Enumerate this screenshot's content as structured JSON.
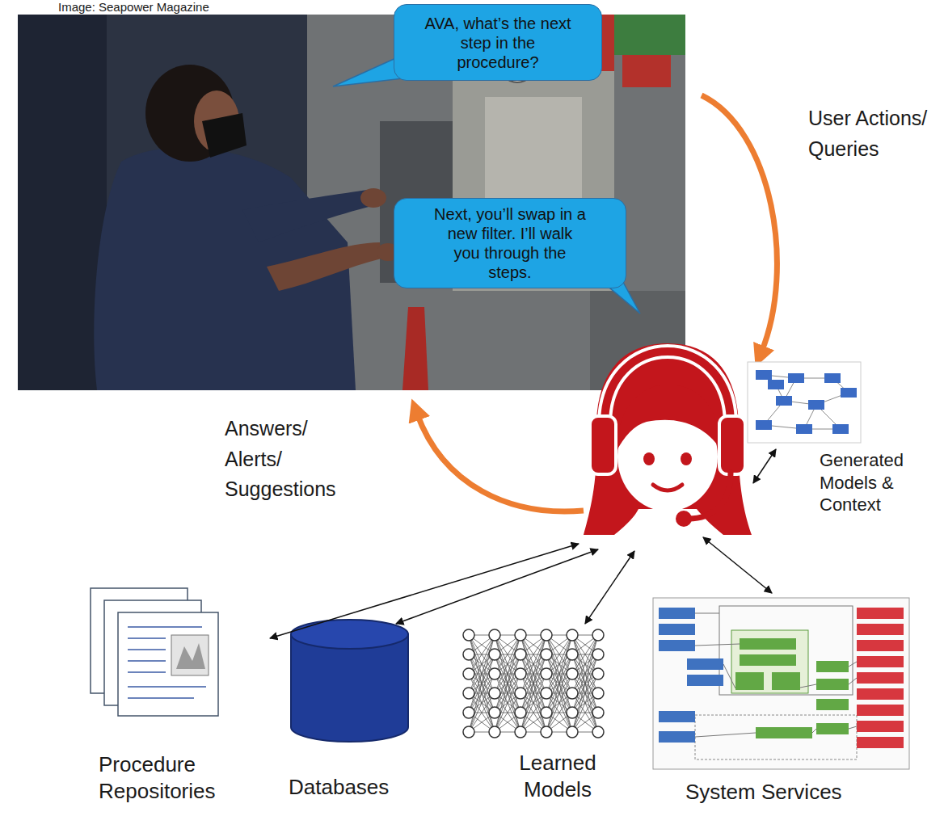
{
  "diagram": {
    "nodes": [
      {
        "text": [
          "AVA, what’s the next step in the procedure?"
        ]
      },
      {
        "text": [
          "Next, you’ll swap in a new filter. I’ll walk you through the steps."
        ]
      },
      {
        "text": [
          "Generated Models & Context"
        ]
      },
      {
        "text": [
          "Procedure Repositories"
        ]
      },
      {
        "text": [
          "Databases"
        ]
      },
      {
        "text": [
          "Learned Models"
        ]
      },
      {
        "text": [
          "System Services"
        ]
      }
    ],
    "labels": [
      "Image: Seapower Magazine",
      "User Actions/ Queries",
      "Answers/ Alerts/ Suggestions"
    ]
  }
}
